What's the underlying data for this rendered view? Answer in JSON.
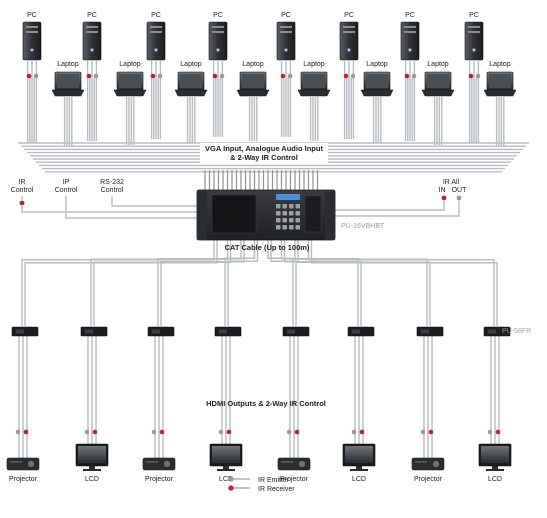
{
  "sources": {
    "pc_label": "PC",
    "laptop_label": "Laptop",
    "pc_count": 8,
    "laptop_count": 8
  },
  "labels": {
    "input_bundle_line1": "VGA Input, Analogue Audio Input",
    "input_bundle_line2": "& 2-Way IR Control",
    "ir_control": [
      "IR",
      "Control"
    ],
    "ip_control": [
      "IP",
      "Control"
    ],
    "rs232_control": [
      "RS-232",
      "Control"
    ],
    "ir_all": "IR All",
    "ir_in": "IN",
    "ir_out": "OUT",
    "matrix_model": "PU-16VBHBT",
    "cat_cable": "CAT Cable (Up to 100m)",
    "receiver_model": "PU-58FR",
    "hdmi_outputs": "HDMI Outputs & 2-Way IR Control"
  },
  "outputs": [
    {
      "label": "Projector",
      "icon": "projector-icon"
    },
    {
      "label": "LCD",
      "icon": "lcd-icon"
    },
    {
      "label": "Projector",
      "icon": "projector-icon"
    },
    {
      "label": "LCD",
      "icon": "lcd-icon"
    },
    {
      "label": "Projector",
      "icon": "projector-icon"
    },
    {
      "label": "LCD",
      "icon": "lcd-icon"
    },
    {
      "label": "Projector",
      "icon": "projector-icon"
    },
    {
      "label": "LCD",
      "icon": "lcd-icon"
    }
  ],
  "legend": {
    "ir_emitter": "IR Emitter",
    "ir_receiver": "IR Receiver",
    "emitter_color": "#9a9a9a",
    "receiver_color": "#b3262a"
  }
}
